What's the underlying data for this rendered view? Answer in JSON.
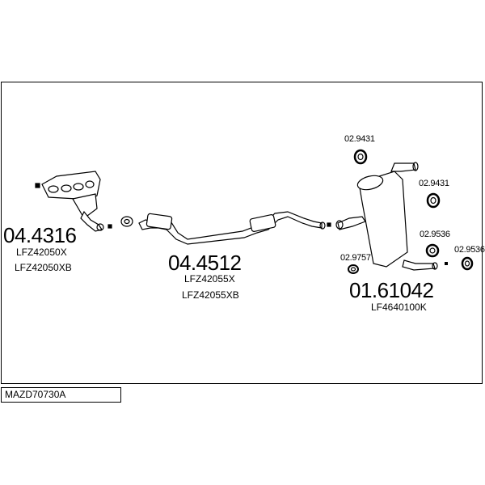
{
  "parts": {
    "manifold": {
      "number": "04.4316",
      "refs": [
        "LFZ42050X",
        "LFZ42050XB"
      ]
    },
    "middle_pipe": {
      "number": "04.4512",
      "refs": [
        "LFZ42055X",
        "LFZ42055XB"
      ]
    },
    "rear_silencer": {
      "number": "01.61042",
      "refs": [
        "LF4640100K"
      ]
    },
    "fittings": {
      "rubber_top_left": "02.9431",
      "rubber_top_right": "02.9431",
      "rubber_right": "02.9536",
      "rubber_far_right": "02.9536",
      "gasket": "02.9757"
    }
  },
  "diagram_code": "MAZD70730A",
  "colors": {
    "line": "#000000",
    "background": "#ffffff"
  }
}
